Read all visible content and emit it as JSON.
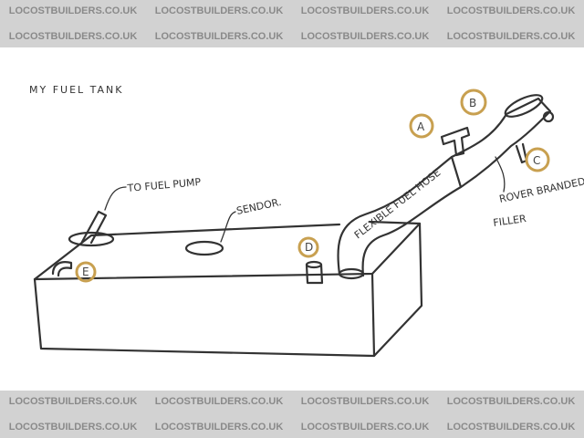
{
  "watermark": "LOCOSTBUILDERS.CO.UK",
  "title": "MY FUEL TANK",
  "annotations": {
    "fuel_pump": "TO FUEL PUMP",
    "sender": "SENDOR.",
    "hose": "FLEXIBLE FUEL HOSE",
    "filler_line1": "ROVER BRANDED",
    "filler_line2": "FILLER"
  },
  "markers": [
    "A",
    "B",
    "C",
    "D",
    "E"
  ],
  "colors": {
    "banner": "#d2d2d2",
    "marker_ring": "#c8a050",
    "ink": "#333333"
  }
}
